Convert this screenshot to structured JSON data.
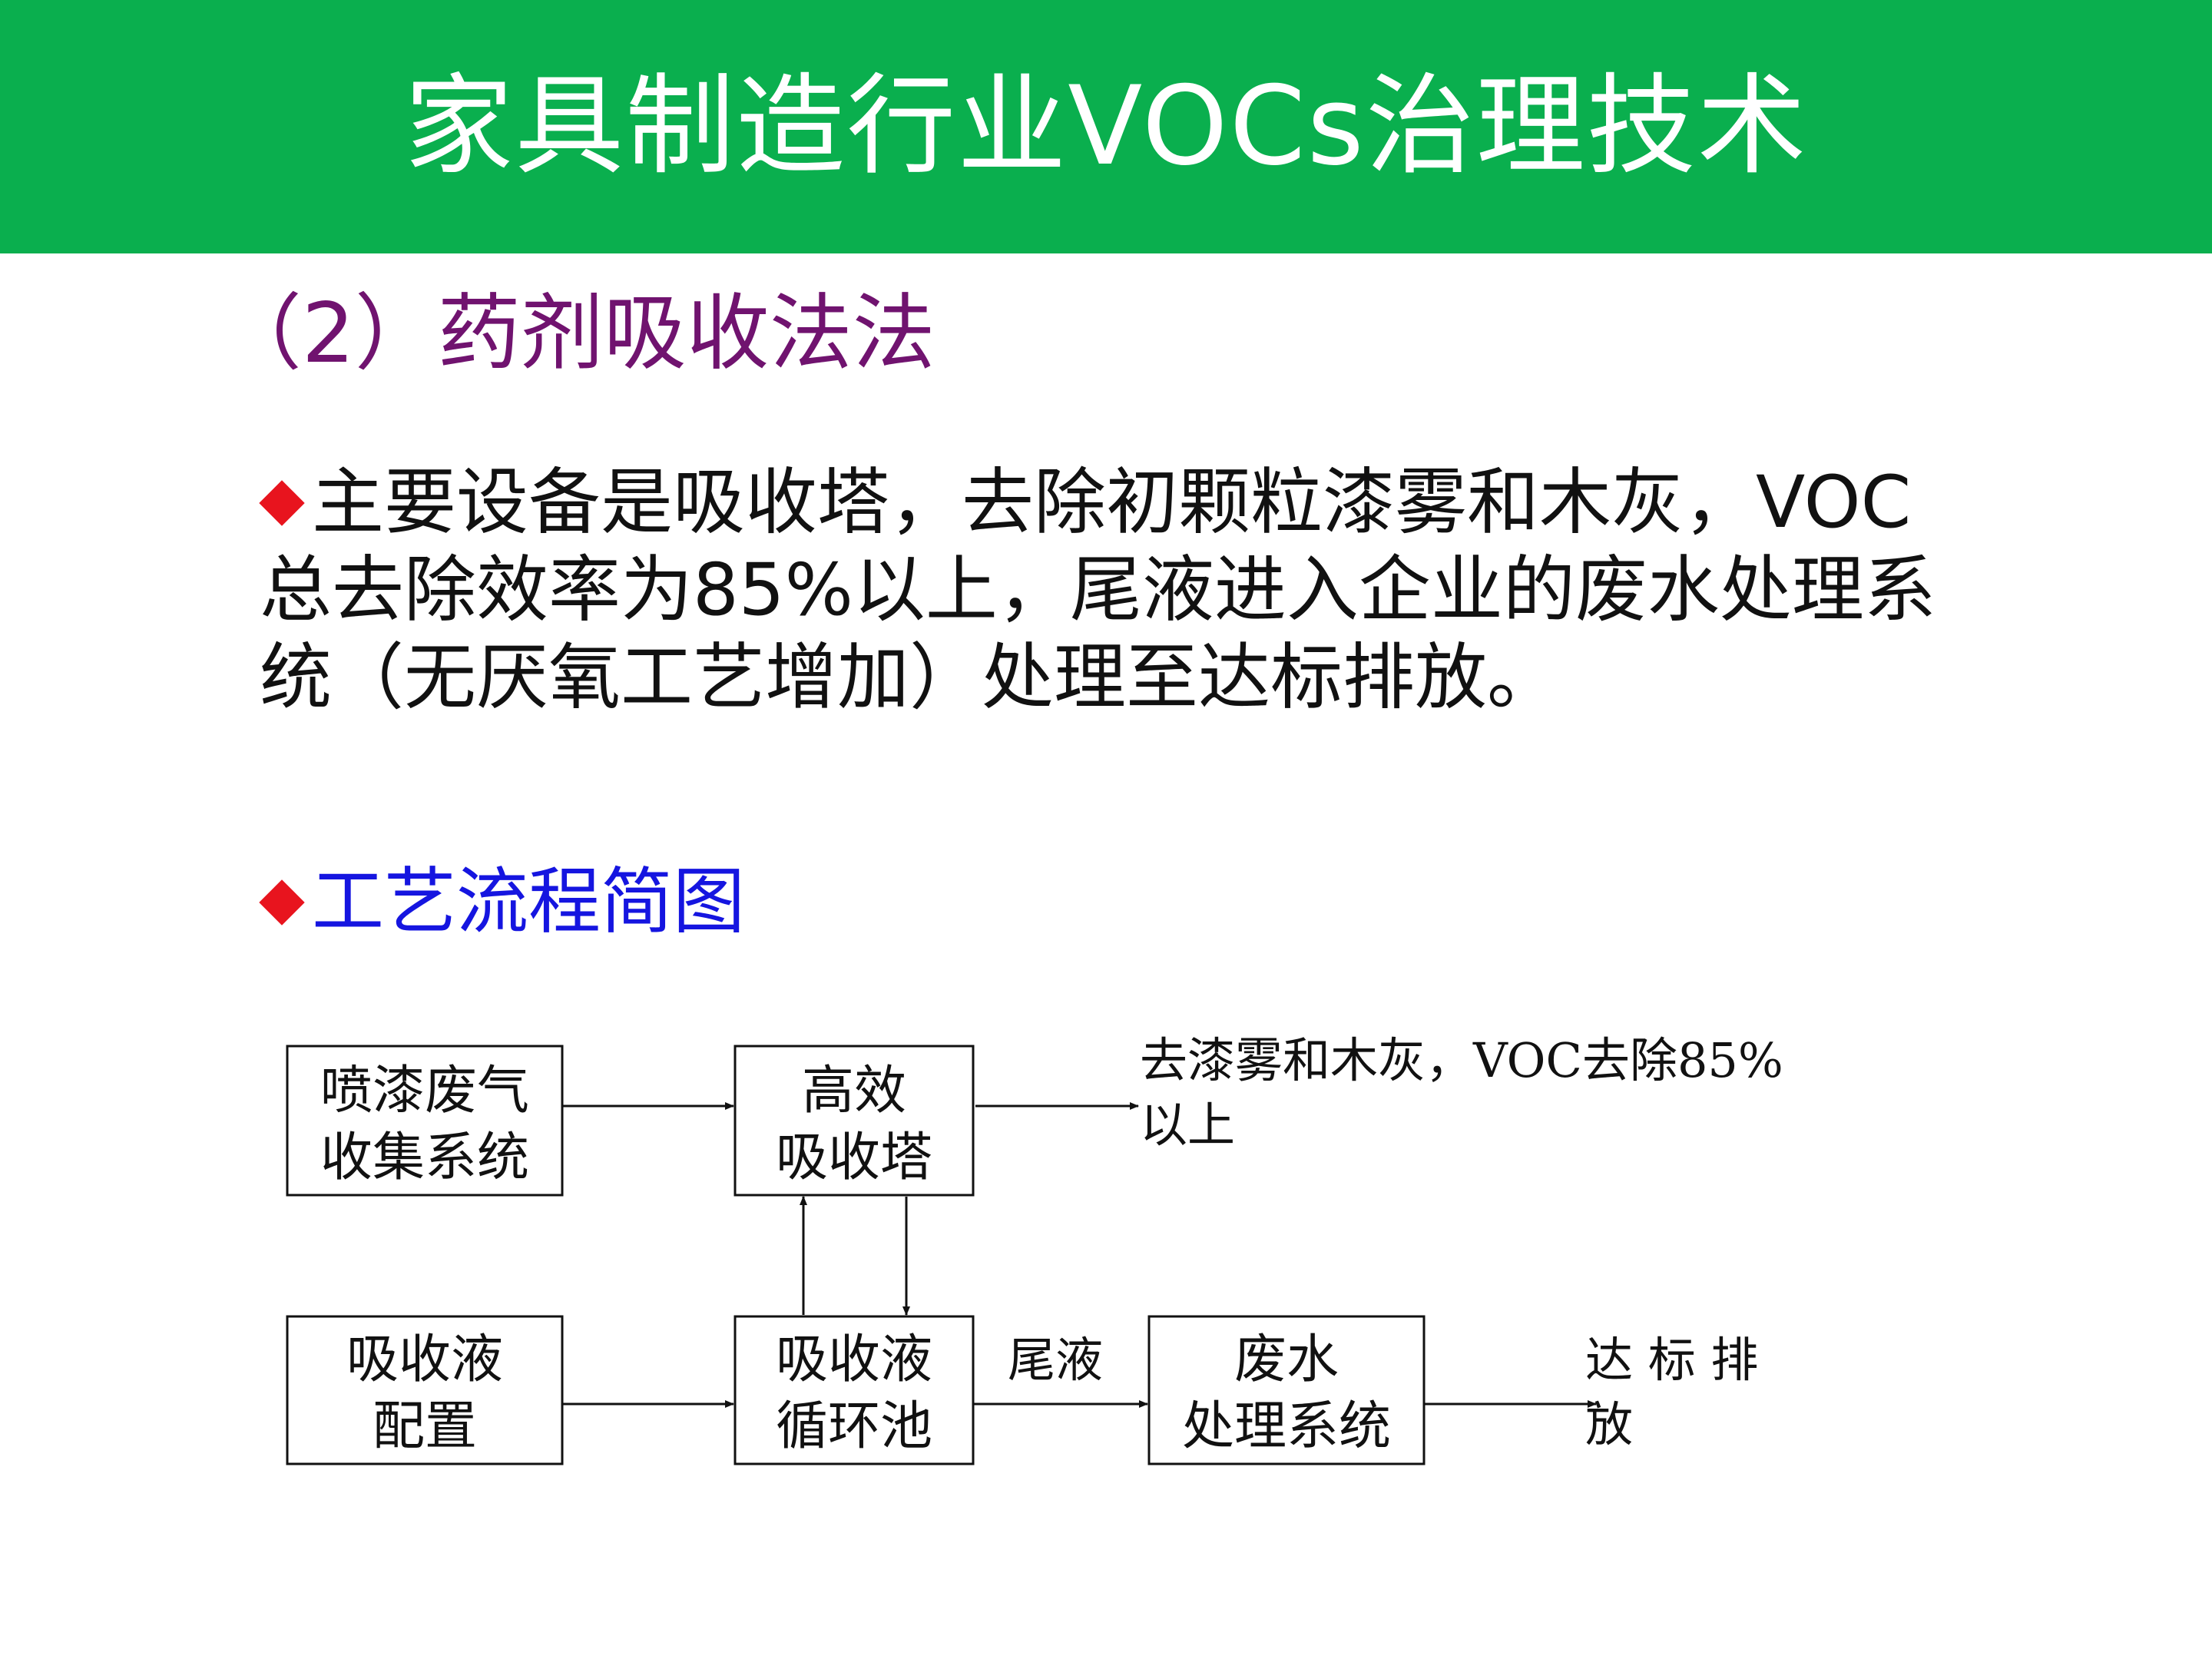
{
  "header": {
    "title": "家具制造行业VOCs治理技术",
    "background_color": "#0aaf4e"
  },
  "subtitle": "（2）药剂吸收法法",
  "bullets": [
    {
      "text": "主要设备是吸收塔，去除初颗粒漆雾和木灰，VOC总去除效率为85%以上，尾液进入企业的废水处理系统（无厌氧工艺增加）处理至达标排放。",
      "icon": "diamond-bullet-icon"
    },
    {
      "text": "工艺流程简图",
      "icon": "diamond-bullet-icon"
    }
  ],
  "flow": {
    "boxes": [
      {
        "lines": [
          "喷漆废气",
          "收集系统"
        ]
      },
      {
        "lines": [
          "高效",
          "吸收塔"
        ]
      },
      {
        "lines": [
          "吸收液",
          "配置"
        ]
      },
      {
        "lines": [
          "吸收液",
          "循环池"
        ]
      },
      {
        "lines": [
          "废水",
          "处理系统"
        ]
      }
    ],
    "labels": {
      "top_right": [
        "去漆雾和木灰，VOC去除85%",
        "以上"
      ],
      "tail_liquid": "尾液",
      "discharge": [
        "达 标 排",
        "放"
      ]
    }
  },
  "colors": {
    "subtitle": "#70136f",
    "bullet_icon": "#e8141e",
    "bullet_2_text": "#1515e0"
  }
}
